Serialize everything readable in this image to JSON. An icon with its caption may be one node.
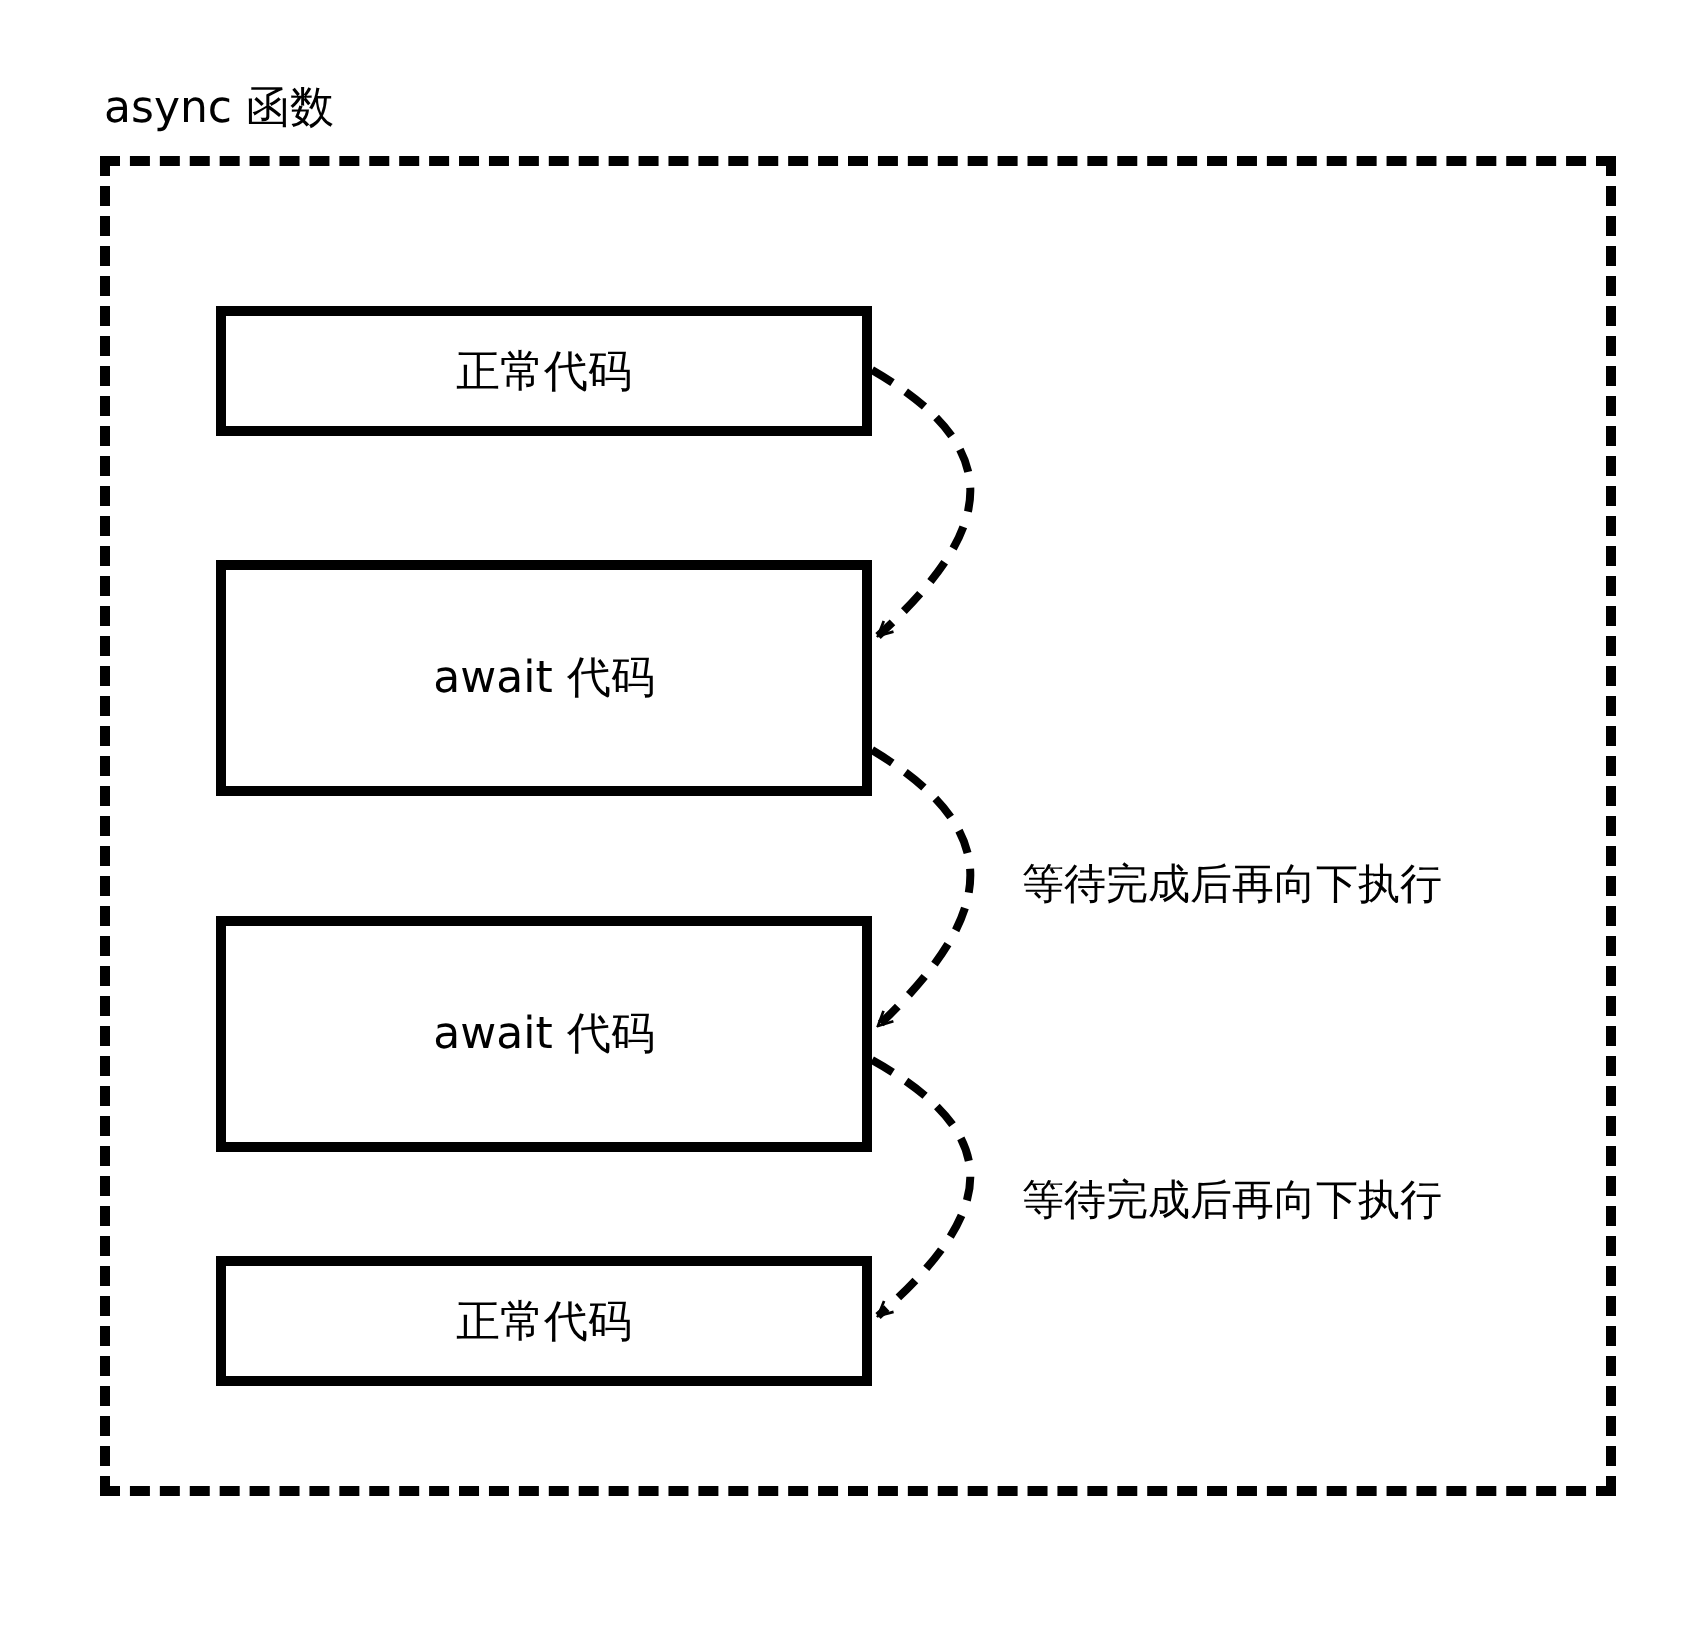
{
  "diagram": {
    "nodes": [
      {
        "text": [
          "async 函数"
        ]
      },
      {
        "text": [
          "正常代码"
        ],
        "in": 0
      },
      {
        "text": [
          "await 代码"
        ],
        "in": 0
      },
      {
        "text": [
          "await 代码"
        ],
        "in": 0
      },
      {
        "text": [
          "正常代码"
        ],
        "in": 0
      }
    ],
    "edges": [
      {
        "from": 1,
        "to": 2,
        "arrow": "to",
        "style": "dashed"
      },
      {
        "from": 2,
        "to": 3,
        "arrow": "to",
        "style": "dashed",
        "label": "等待完成后再向下执行"
      },
      {
        "from": 3,
        "to": 4,
        "arrow": "to",
        "style": "dashed",
        "label": "等待完成后再向下执行"
      }
    ]
  }
}
